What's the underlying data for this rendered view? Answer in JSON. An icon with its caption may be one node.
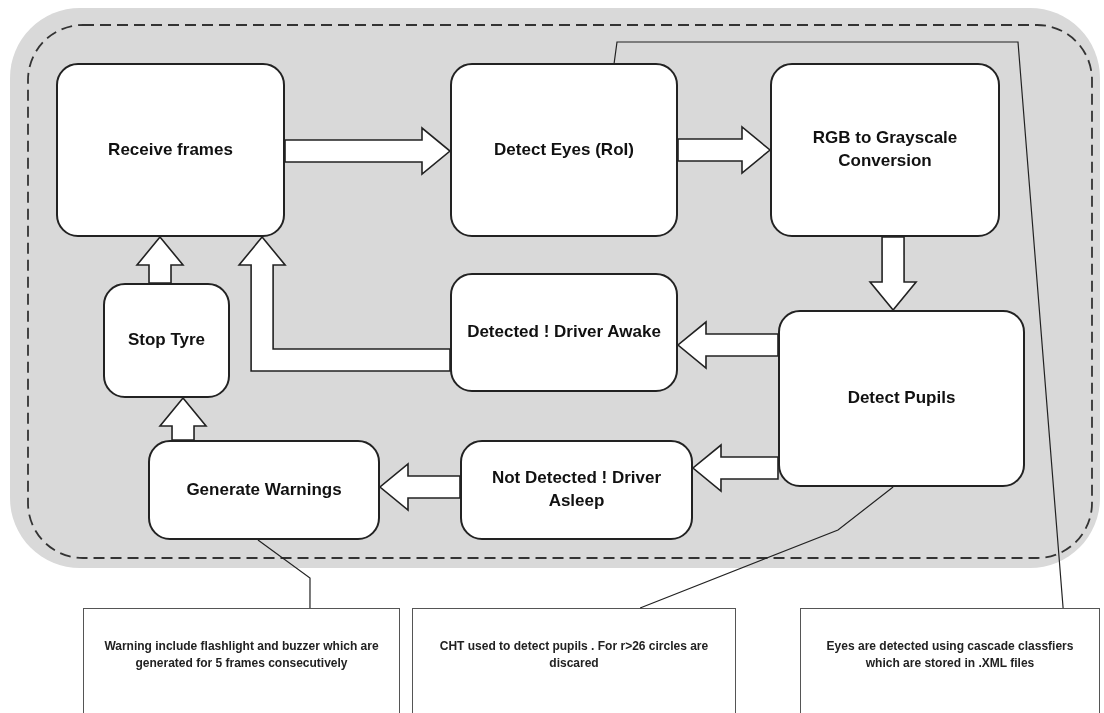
{
  "diagram": {
    "nodes": [
      {
        "text": [],
        "shape": "box"
      },
      {
        "text": [
          "Receive frames"
        ],
        "in": 0
      },
      {
        "text": [
          "Detect Eyes (RoI)"
        ],
        "in": 0
      },
      {
        "text": [
          "RGB to Grayscale Conversion"
        ],
        "in": 0
      },
      {
        "text": [
          "Stop Tyre"
        ],
        "in": 0
      },
      {
        "text": [
          "Detected ! Driver Awake"
        ],
        "in": 0
      },
      {
        "text": [
          "Detect Pupils"
        ],
        "in": 0
      },
      {
        "text": [
          "Generate Warnings"
        ],
        "in": 0
      },
      {
        "text": [
          "Not Detected ! Driver Asleep"
        ],
        "in": 0
      },
      {
        "text": [
          "Warning include flashlight and buzzer which are generated for 5 frames consecutively"
        ]
      },
      {
        "text": [
          "CHT used to detect pupils . For r>26 circles are discared"
        ]
      },
      {
        "text": [
          "Eyes are detected using cascade classfiers which are stored in .XML files"
        ]
      }
    ],
    "edges": [
      {
        "from": 1,
        "to": 2,
        "arrow": "to"
      },
      {
        "from": 2,
        "to": 3,
        "arrow": "to"
      },
      {
        "from": 3,
        "to": 6,
        "arrow": "to"
      },
      {
        "from": 6,
        "to": 5,
        "arrow": "to"
      },
      {
        "from": 6,
        "to": 8,
        "arrow": "to"
      },
      {
        "from": 8,
        "to": 7,
        "arrow": "to"
      },
      {
        "from": 7,
        "to": 4,
        "arrow": "to"
      },
      {
        "from": 4,
        "to": 1,
        "arrow": "to"
      },
      {
        "from": 5,
        "to": 1,
        "arrow": "to"
      },
      {
        "from": 9,
        "to": 7,
        "arrow": "none"
      },
      {
        "from": 10,
        "to": 6,
        "arrow": "none"
      },
      {
        "from": 11,
        "to": 2,
        "arrow": "none"
      }
    ]
  }
}
